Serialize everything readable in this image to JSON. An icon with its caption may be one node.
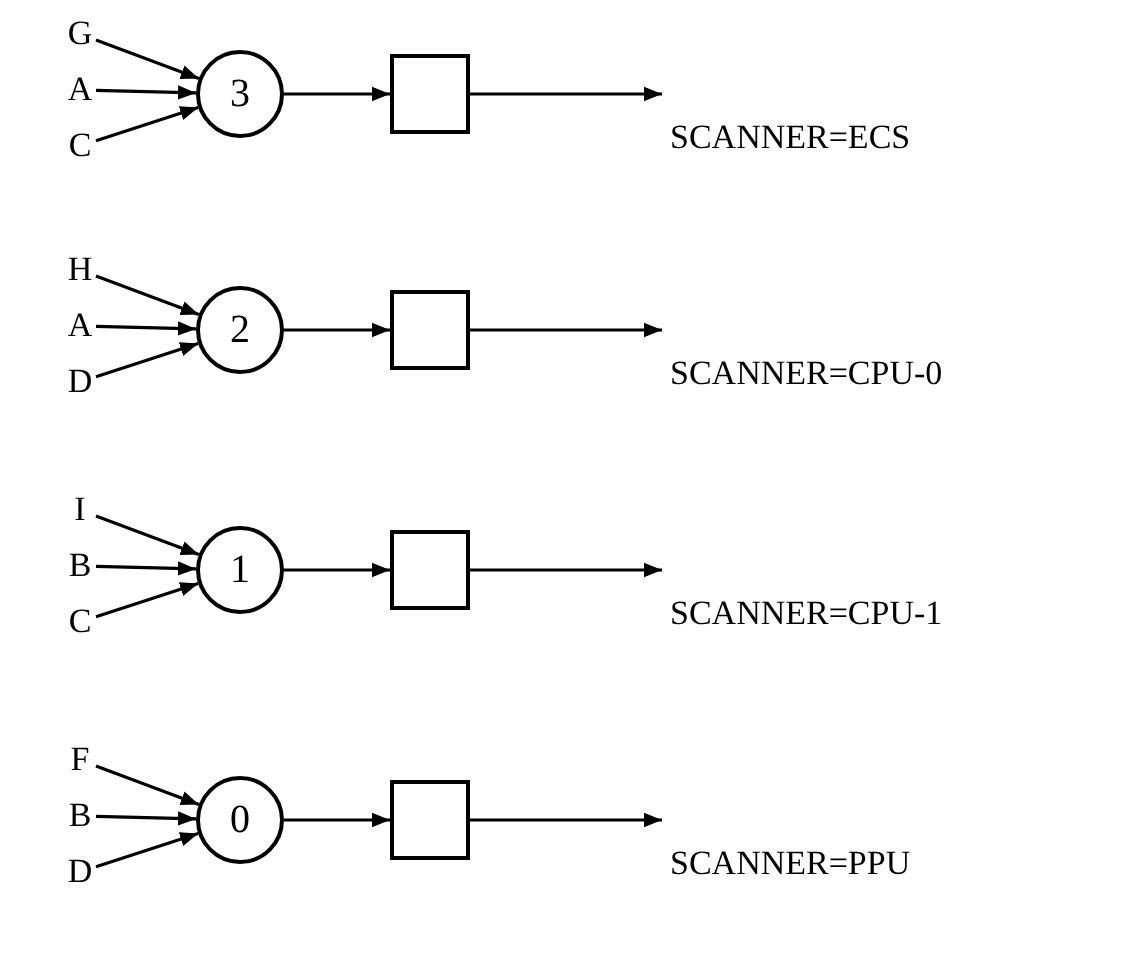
{
  "diagram": {
    "nodes": [
      {
        "text": [
          "G"
        ]
      },
      {
        "text": [
          "A"
        ]
      },
      {
        "text": [
          "C"
        ]
      },
      {
        "text": [
          "3"
        ]
      },
      {
        "text": [],
        "shape": "box"
      },
      {
        "text": [
          "SCANNER=ECS"
        ]
      },
      {
        "text": [
          "H"
        ]
      },
      {
        "text": [
          "A"
        ]
      },
      {
        "text": [
          "D"
        ]
      },
      {
        "text": [
          "2"
        ]
      },
      {
        "text": [],
        "shape": "box"
      },
      {
        "text": [
          "SCANNER=CPU-0"
        ]
      },
      {
        "text": [
          "I"
        ]
      },
      {
        "text": [
          "B"
        ]
      },
      {
        "text": [
          "C"
        ]
      },
      {
        "text": [
          "1"
        ]
      },
      {
        "text": [],
        "shape": "box"
      },
      {
        "text": [
          "SCANNER=CPU-1"
        ]
      },
      {
        "text": [
          "F"
        ]
      },
      {
        "text": [
          "B"
        ]
      },
      {
        "text": [
          "D"
        ]
      },
      {
        "text": [
          "0"
        ]
      },
      {
        "text": [],
        "shape": "box"
      },
      {
        "text": [
          "SCANNER=PPU"
        ]
      }
    ],
    "edges": [
      {
        "from": 0,
        "to": 3,
        "arrow": "to"
      },
      {
        "from": 1,
        "to": 3,
        "arrow": "to"
      },
      {
        "from": 2,
        "to": 3,
        "arrow": "to"
      },
      {
        "from": 3,
        "to": 4,
        "arrow": "to"
      },
      {
        "from": 4,
        "to": 5,
        "arrow": "to"
      },
      {
        "from": 6,
        "to": 9,
        "arrow": "to"
      },
      {
        "from": 7,
        "to": 9,
        "arrow": "to"
      },
      {
        "from": 8,
        "to": 9,
        "arrow": "to"
      },
      {
        "from": 9,
        "to": 10,
        "arrow": "to"
      },
      {
        "from": 10,
        "to": 11,
        "arrow": "to"
      },
      {
        "from": 12,
        "to": 15,
        "arrow": "to"
      },
      {
        "from": 13,
        "to": 15,
        "arrow": "to"
      },
      {
        "from": 14,
        "to": 15,
        "arrow": "to"
      },
      {
        "from": 15,
        "to": 16,
        "arrow": "to"
      },
      {
        "from": 16,
        "to": 17,
        "arrow": "to"
      },
      {
        "from": 18,
        "to": 21,
        "arrow": "to"
      },
      {
        "from": 19,
        "to": 21,
        "arrow": "to"
      },
      {
        "from": 20,
        "to": 21,
        "arrow": "to"
      },
      {
        "from": 21,
        "to": 22,
        "arrow": "to"
      },
      {
        "from": 22,
        "to": 23,
        "arrow": "to"
      }
    ]
  }
}
